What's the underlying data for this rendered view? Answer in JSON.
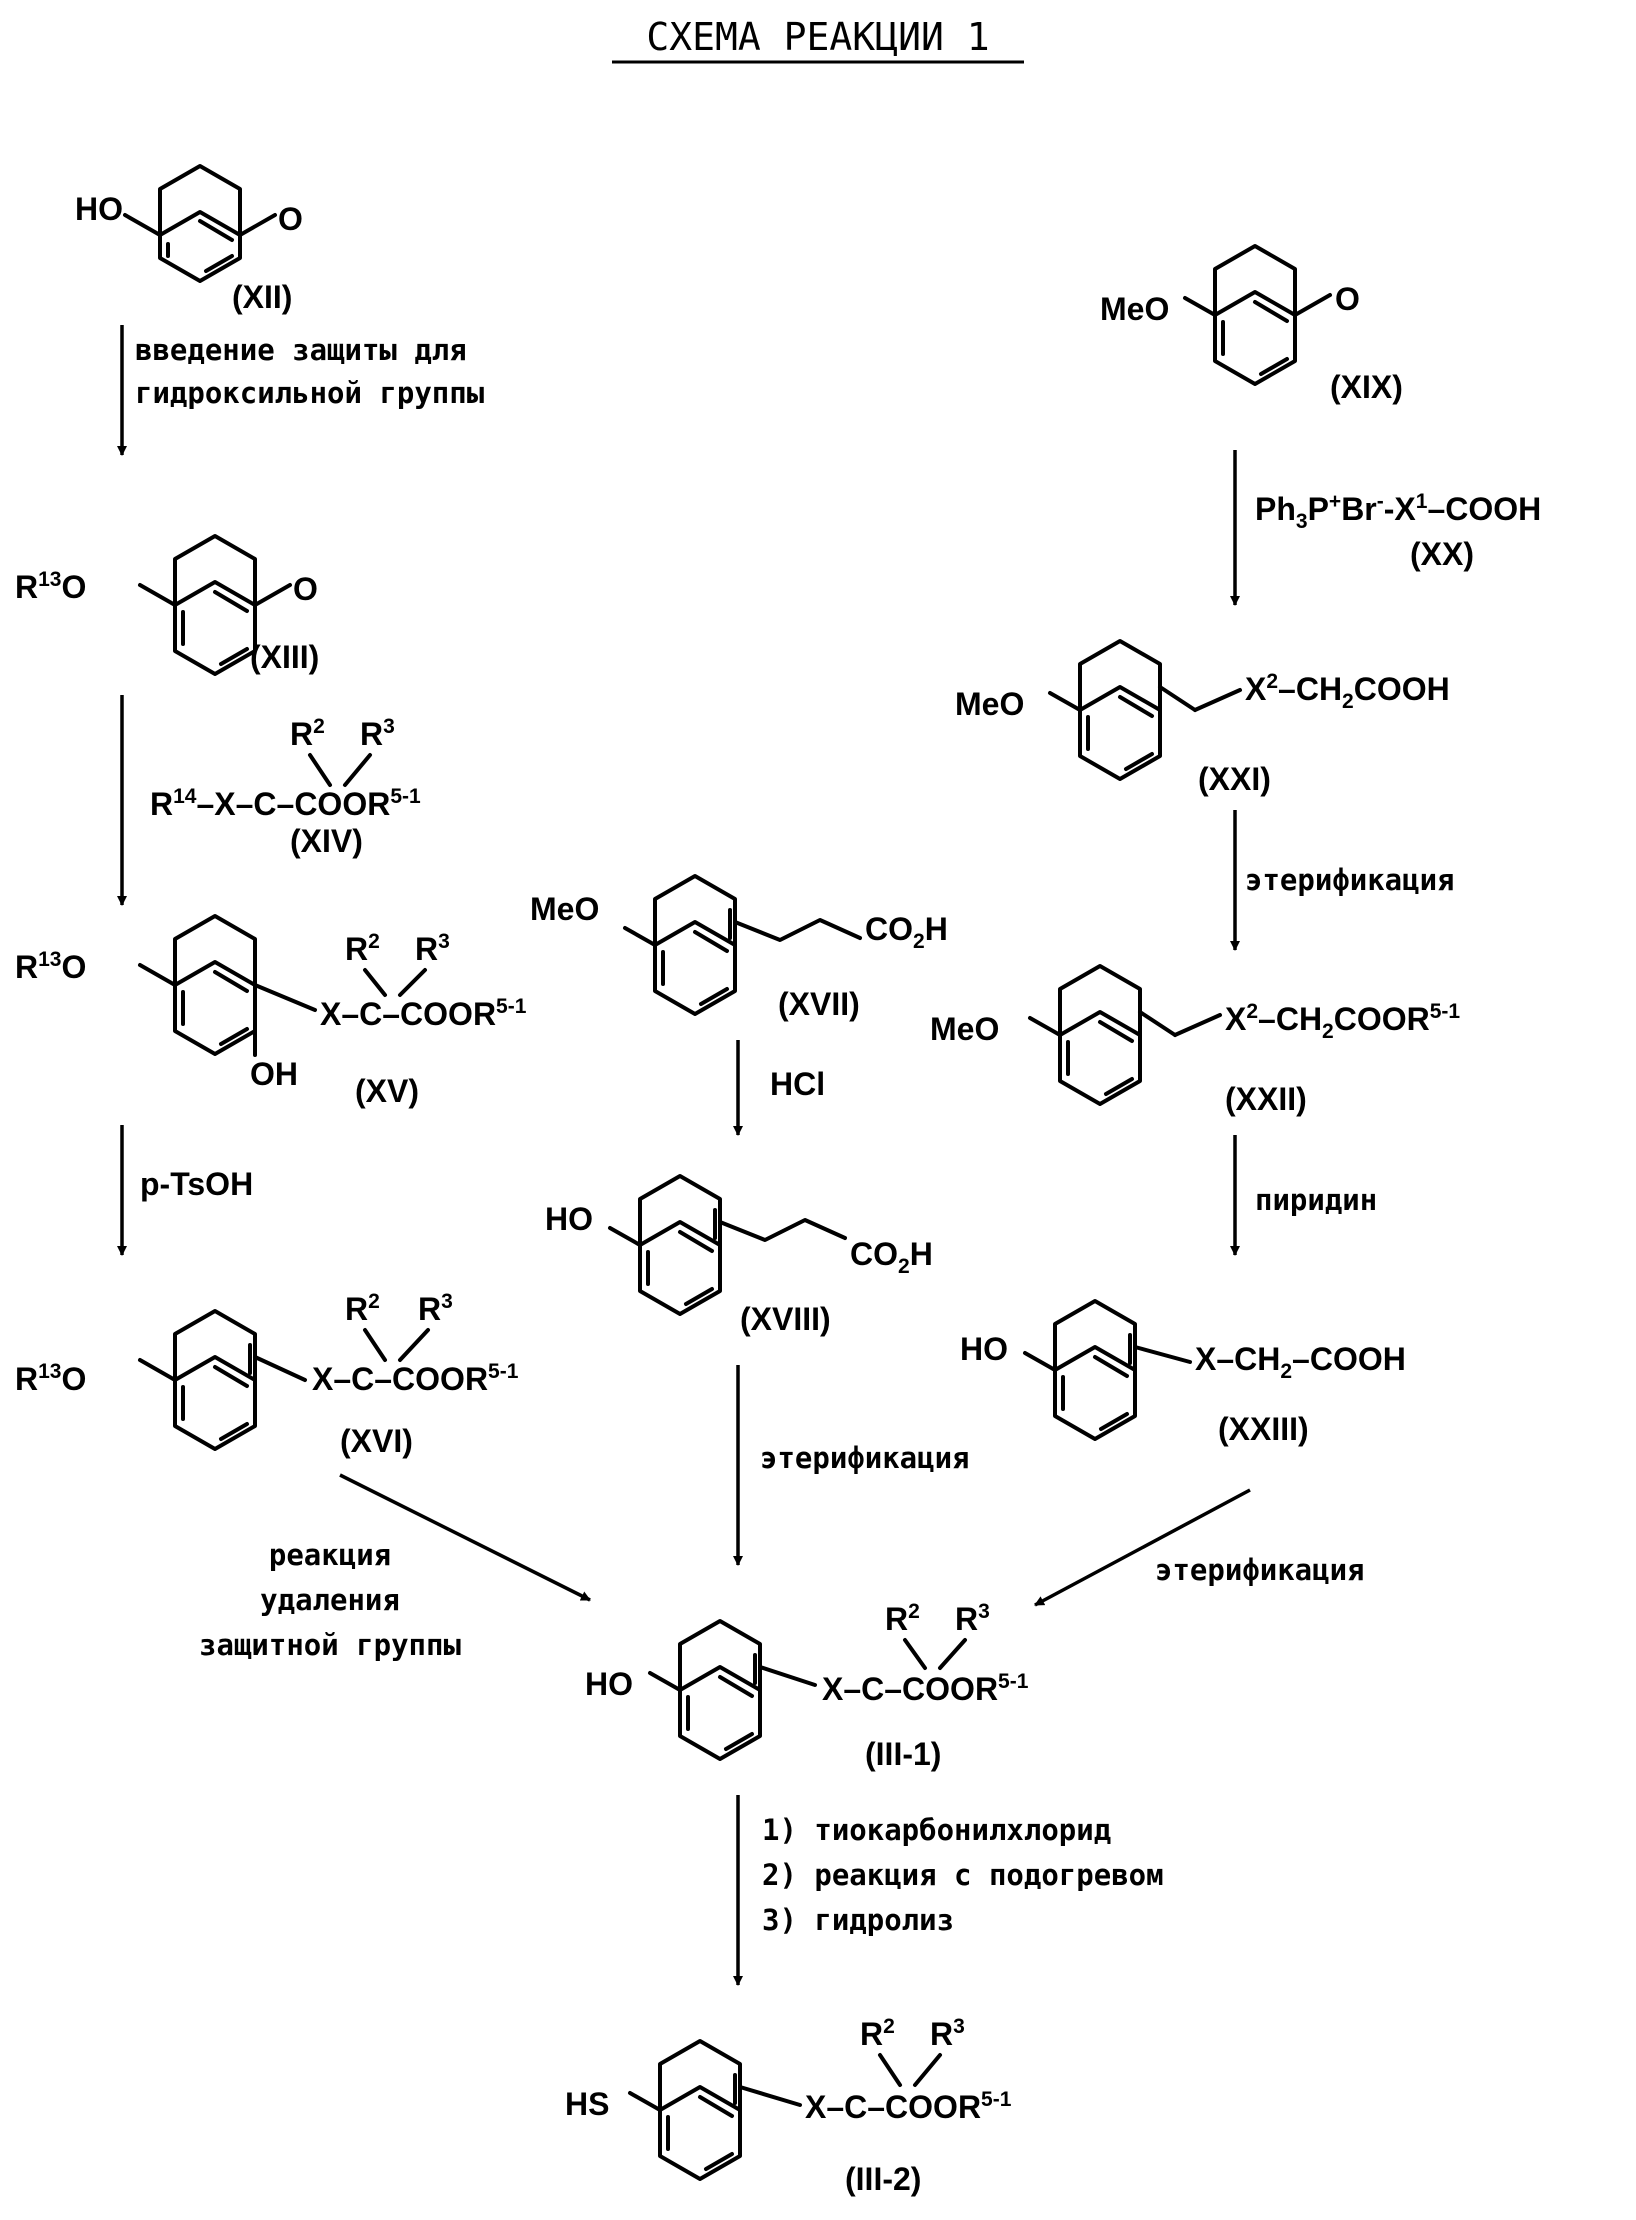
{
  "title": "СХЕМА РЕАКЦИИ 1",
  "compounds": {
    "xii": {
      "label": "(XII)",
      "substituent": "HO",
      "ketone": "O"
    },
    "xiii": {
      "label": "(XIII)",
      "subst_main": "R",
      "subst_sup": "13",
      "subst_tail": "O",
      "ketone": "O"
    },
    "xiv": {
      "label": "(XIV)",
      "left_main": "R",
      "left_sup": "14",
      "chain": "–X–C–COOR",
      "ester_sup": "5-1",
      "r2": "R",
      "r2_sup": "2",
      "r3": "R",
      "r3_sup": "3"
    },
    "xv": {
      "label": "(XV)",
      "subst_main": "R",
      "subst_sup": "13",
      "subst_tail": "O",
      "oh": "OH",
      "chain": "X–C–COOR",
      "ester_sup": "5-1",
      "r2": "R",
      "r2_sup": "2",
      "r3": "R",
      "r3_sup": "3"
    },
    "xvi": {
      "label": "(XVI)",
      "subst_main": "R",
      "subst_sup": "13",
      "subst_tail": "O",
      "chain": "X–C–COOR",
      "ester_sup": "5-1",
      "r2": "R",
      "r2_sup": "2",
      "r3": "R",
      "r3_sup": "3"
    },
    "xvii": {
      "label": "(XVII)",
      "substituent": "MeO",
      "acid_main": "CO",
      "acid_sub": "2",
      "acid_tail": "H"
    },
    "xviii": {
      "label": "(XVIII)",
      "substituent": "HO",
      "acid_main": "CO",
      "acid_sub": "2",
      "acid_tail": "H"
    },
    "xix": {
      "label": "(XIX)",
      "substituent": "MeO",
      "ketone": "O"
    },
    "xx": {
      "label": "(XX)",
      "reagent_a": "Ph",
      "reagent_a_sub": "3",
      "reagent_b": "P",
      "reagent_b_sup": "+",
      "reagent_c": "Br",
      "reagent_c_sup": "-",
      "reagent_d": "-X",
      "reagent_d_sup": "1",
      "reagent_e": "–COOH"
    },
    "xxi": {
      "label": "(XXI)",
      "substituent": "MeO",
      "x": "X",
      "x_sup": "2",
      "chain_a": "–CH",
      "chain_sub": "2",
      "chain_b": "COOH"
    },
    "xxii": {
      "label": "(XXII)",
      "substituent": "MeO",
      "x": "X",
      "x_sup": "2",
      "chain_a": "–CH",
      "chain_sub": "2",
      "chain_b": "COOR",
      "ester_sup": "5-1"
    },
    "xxiii": {
      "label": "(XXIII)",
      "substituent": "HO",
      "chain_a": "X–CH",
      "chain_sub": "2",
      "chain_b": "–COOH"
    },
    "iii1": {
      "label": "(III-1)",
      "substituent": "HO",
      "chain": "X–C–COOR",
      "ester_sup": "5-1",
      "r2": "R",
      "r2_sup": "2",
      "r3": "R",
      "r3_sup": "3"
    },
    "iii2": {
      "label": "(III-2)",
      "substituent": "HS",
      "chain": "X–C–COOR",
      "ester_sup": "5-1",
      "r2": "R",
      "r2_sup": "2",
      "r3": "R",
      "r3_sup": "3"
    }
  },
  "conditions": {
    "protection_line1": "введение защиты для",
    "protection_line2": "гидроксильной группы",
    "ptsoh": "p-TsOH",
    "hcl": "HCl",
    "esterification_1": "этерификация",
    "esterification_2": "этерификация",
    "esterification_3": "этерификация",
    "pyridine": "пиридин",
    "deprotection_line1": "реакция",
    "deprotection_line2": "удаления",
    "deprotection_line3": "защитной группы",
    "final_step1": "1) тиокарбонилхлорид",
    "final_step2": "2) реакция с подогревом",
    "final_step3": "3) гидролиз"
  }
}
